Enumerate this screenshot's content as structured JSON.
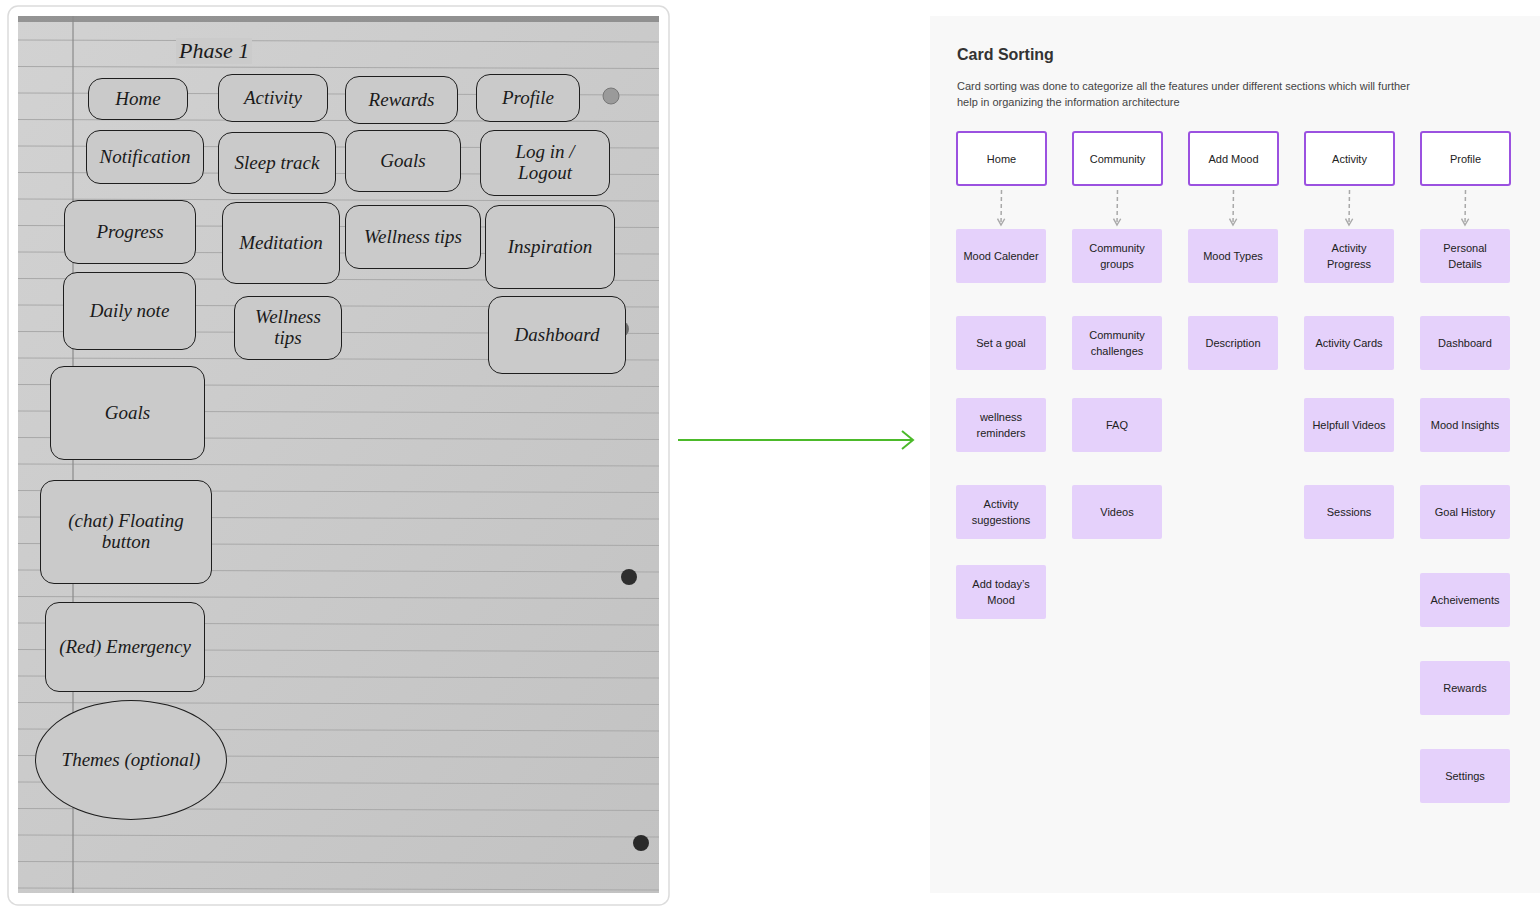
{
  "diagram": {
    "title": "Card Sorting",
    "caption": "Card sorting was done to categorize all the features under different sections which will further help in organizing the information architecture",
    "nodes": [
      {
        "text": [
          "Home"
        ]
      },
      {
        "text": [
          "Activity"
        ]
      },
      {
        "text": [
          "Rewards"
        ]
      },
      {
        "text": [
          "Profile"
        ]
      },
      {
        "text": [
          "Notification"
        ]
      },
      {
        "text": [
          "Sleep track"
        ]
      },
      {
        "text": [
          "Goals"
        ]
      },
      {
        "text": [
          "Log in / Logout"
        ]
      },
      {
        "text": [
          "Progress"
        ]
      },
      {
        "text": [
          "Meditation"
        ]
      },
      {
        "text": [
          "Wellness tips"
        ]
      },
      {
        "text": [
          "Inspiration"
        ]
      },
      {
        "text": [
          "Daily note"
        ]
      },
      {
        "text": [
          "Wellness tips"
        ]
      },
      {
        "text": [
          "Dashboard"
        ]
      },
      {
        "text": [
          "Goals"
        ]
      },
      {
        "text": [
          "(chat) Floating button"
        ]
      },
      {
        "text": [
          "(Red) Emergency"
        ]
      },
      {
        "text": [
          "Themes (optional)"
        ]
      },
      {
        "text": [
          "Home"
        ]
      },
      {
        "text": [
          "Community"
        ]
      },
      {
        "text": [
          "Add Mood"
        ]
      },
      {
        "text": [
          "Activity"
        ]
      },
      {
        "text": [
          "Profile"
        ]
      },
      {
        "text": [
          "Mood Calender"
        ]
      },
      {
        "text": [
          "Community groups"
        ]
      },
      {
        "text": [
          "Mood Types"
        ]
      },
      {
        "text": [
          "Activity Progress"
        ]
      },
      {
        "text": [
          "Personal Details"
        ]
      },
      {
        "text": [
          "Set a goal"
        ]
      },
      {
        "text": [
          "Community challenges"
        ]
      },
      {
        "text": [
          "Description"
        ]
      },
      {
        "text": [
          "Activity Cards"
        ]
      },
      {
        "text": [
          "Dashboard"
        ]
      },
      {
        "text": [
          "wellness reminders"
        ]
      },
      {
        "text": [
          "FAQ"
        ]
      },
      {
        "text": [
          "Helpfull Videos"
        ]
      },
      {
        "text": [
          "Mood Insights"
        ]
      },
      {
        "text": [
          "Activity suggestions"
        ]
      },
      {
        "text": [
          "Videos"
        ]
      },
      {
        "text": [
          "Sessions"
        ]
      },
      {
        "text": [
          "Goal History"
        ]
      },
      {
        "text": [
          "Add today’s Mood"
        ]
      },
      {
        "text": [
          "Acheivements"
        ]
      },
      {
        "text": [
          "Rewards"
        ]
      },
      {
        "text": [
          "Settings"
        ]
      }
    ],
    "edges": [
      {
        "from": 19,
        "to": 24,
        "arrow": "to"
      },
      {
        "from": 20,
        "to": 25,
        "arrow": "to"
      },
      {
        "from": 21,
        "to": 26,
        "arrow": "to"
      },
      {
        "from": 22,
        "to": 27,
        "arrow": "to"
      },
      {
        "from": 23,
        "to": 28,
        "arrow": "to"
      }
    ],
    "labels": [
      "Phase 1"
    ]
  }
}
